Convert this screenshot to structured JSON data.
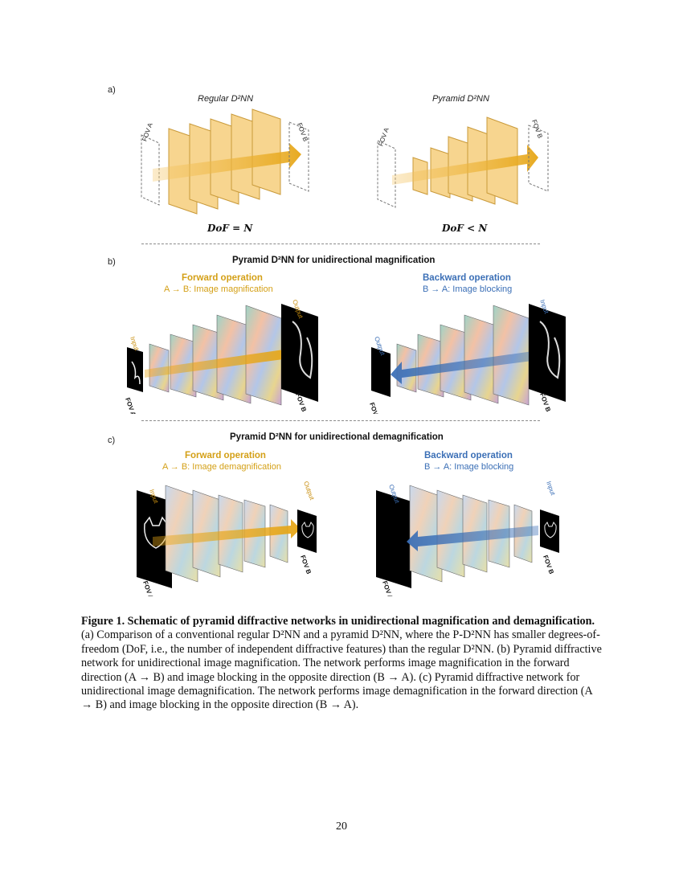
{
  "figure": {
    "panel_a": {
      "letter": "a)",
      "left_title": "Regular D²NN",
      "right_title": "Pyramid D²NN",
      "left_dof": "DoF = N",
      "right_dof": "DoF < N",
      "fov_a": "FOV A",
      "fov_b": "FOV B"
    },
    "panel_b": {
      "letter": "b)",
      "title": "Pyramid D²NN for unidirectional magnification",
      "forward_title": "Forward operation",
      "forward_sub": "A → B: Image magnification",
      "backward_title": "Backward operation",
      "backward_sub": "B → A: Image blocking",
      "input": "Input",
      "output": "Output",
      "fov_a": "FOV A",
      "fov_b": "FOV B"
    },
    "panel_c": {
      "letter": "c)",
      "title": "Pyramid D²NN for unidirectional demagnification",
      "forward_title": "Forward operation",
      "forward_sub": "A → B: Image demagnification",
      "backward_title": "Backward operation",
      "backward_sub": "B → A: Image blocking",
      "input": "Input",
      "output": "Output",
      "fov_a": "FOV A",
      "fov_b": "FOV B"
    },
    "colors": {
      "forward": "#d4a017",
      "backward": "#3b6fb6",
      "layer_fill": "#f7d58f",
      "layer_edge": "#c99a3a"
    }
  },
  "caption": {
    "label": "Figure 1. Schematic of pyramid diffractive networks in unidirectional magnification and demagnification.",
    "text": "(a) Comparison of a conventional regular D²NN and a pyramid D²NN, where the P-D²NN has smaller degrees-of-freedom (DoF, i.e., the number of independent diffractive features) than the regular D²NN. (b) Pyramid diffractive network for unidirectional image magnification. The network performs image magnification in the forward direction (A → B) and image blocking in the opposite direction (B → A). (c) Pyramid diffractive network for unidirectional image demagnification. The network performs image demagnification in the forward direction (A → B) and image blocking in the opposite direction (B → A)."
  },
  "page_number": "20"
}
